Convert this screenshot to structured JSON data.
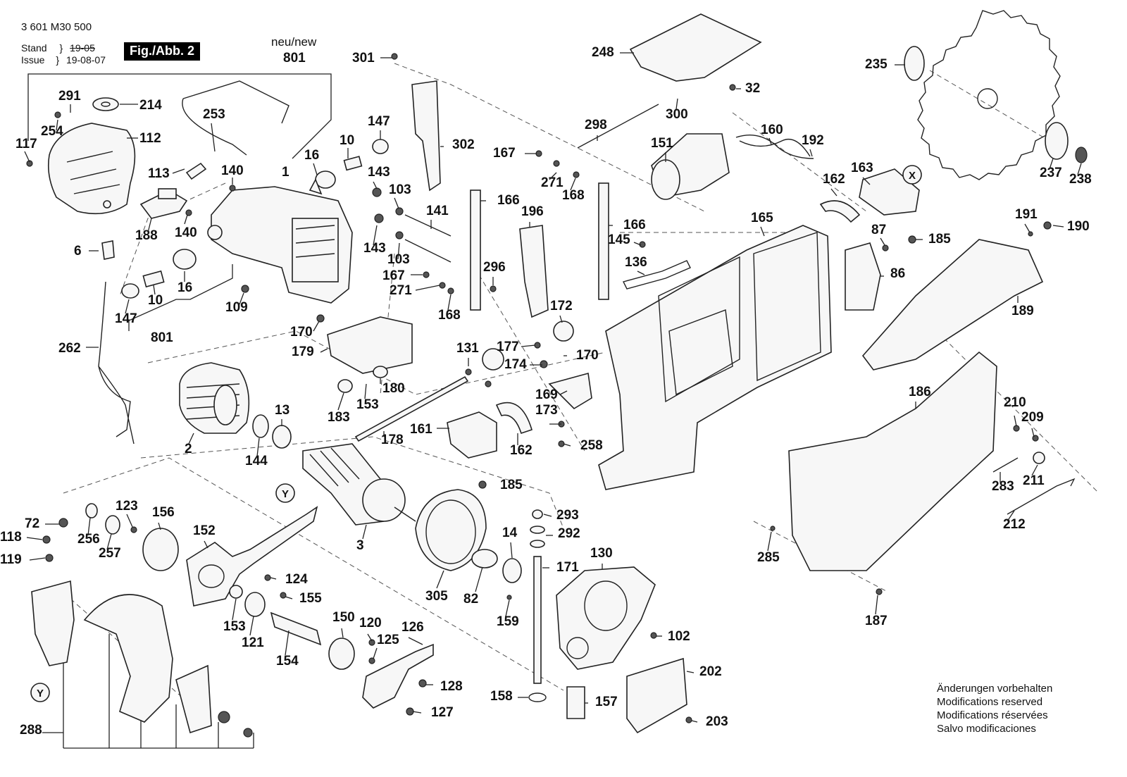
{
  "header": {
    "document_number": "3 601 M30 500",
    "stand_label": "Stand",
    "issue_label": "Issue",
    "stand_date": "19-05",
    "issue_date": "19-08-07",
    "figure_label": "Fig./Abb. 2",
    "neu_new": "neu/new"
  },
  "footer": {
    "lines": [
      "Änderungen vorbehalten",
      "Modifications reserved",
      "Modifications réservées",
      "Salvo modificaciones"
    ]
  },
  "marks": {
    "x": "X",
    "y": "Y"
  },
  "callouts": [
    "801",
    "291",
    "214",
    "117",
    "254",
    "112",
    "253",
    "113",
    "16",
    "10",
    "147",
    "140",
    "1",
    "143",
    "103",
    "141",
    "188",
    "140",
    "6",
    "143",
    "103",
    "16",
    "147",
    "10",
    "109",
    "801",
    "262",
    "167",
    "271",
    "168",
    "166",
    "196",
    "296",
    "172",
    "170",
    "179",
    "131",
    "177",
    "170",
    "174",
    "169",
    "180",
    "183",
    "153",
    "178",
    "161",
    "2",
    "13",
    "144",
    "162",
    "173",
    "258",
    "185",
    "3",
    "72",
    "123",
    "156",
    "118",
    "257",
    "152",
    "119",
    "256",
    "124",
    "153",
    "155",
    "121",
    "150",
    "120",
    "125",
    "126",
    "154",
    "128",
    "127",
    "288",
    "305",
    "82",
    "14",
    "293",
    "292",
    "171",
    "159",
    "130",
    "102",
    "202",
    "158",
    "157",
    "203",
    "301",
    "302",
    "248",
    "32",
    "298",
    "300",
    "151",
    "160",
    "192",
    "167",
    "271",
    "168",
    "166",
    "145",
    "136",
    "165",
    "162",
    "163",
    "87",
    "185",
    "86",
    "191",
    "190",
    "189",
    "235",
    "237",
    "238",
    "186",
    "210",
    "209",
    "211",
    "283",
    "212",
    "285",
    "187"
  ]
}
